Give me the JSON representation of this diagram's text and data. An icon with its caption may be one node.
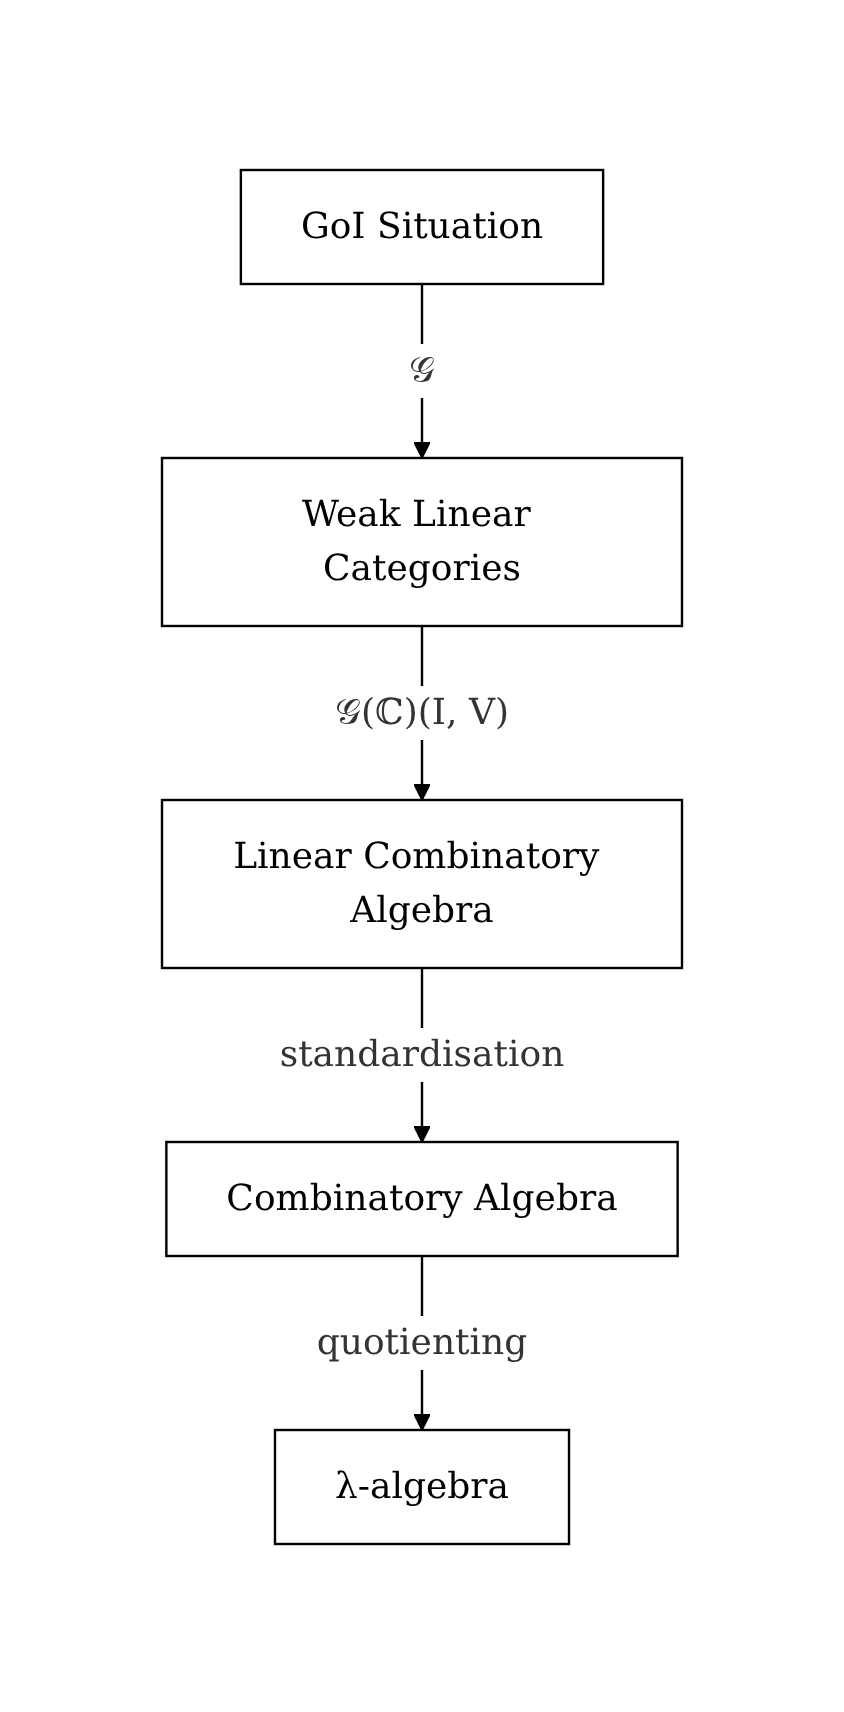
{
  "diagram": {
    "nodes": [
      {
        "text": [
          "GoI Situation"
        ]
      },
      {
        "text": [
          "Weak Linear Categories"
        ]
      },
      {
        "text": [
          "Linear Combinatory Algebra"
        ]
      },
      {
        "text": [
          "Combinatory Algebra"
        ]
      },
      {
        "text": [
          "λ-algebra"
        ]
      }
    ],
    "edges": [
      {
        "from": 0,
        "to": 1,
        "arrow": "to",
        "label": "𝒢"
      },
      {
        "from": 1,
        "to": 2,
        "arrow": "to",
        "label": "𝒢(ℂ)(I, V)"
      },
      {
        "from": 2,
        "to": 3,
        "arrow": "to",
        "label": "standardisation"
      },
      {
        "from": 3,
        "to": 4,
        "arrow": "to",
        "label": "quotienting"
      }
    ]
  }
}
